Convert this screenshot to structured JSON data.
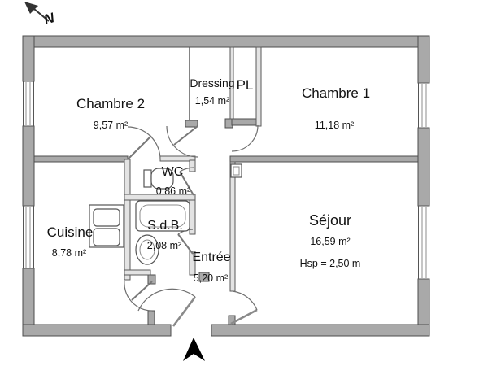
{
  "meta": {
    "north_label": "N"
  },
  "rooms": {
    "chambre2": {
      "name": "Chambre 2",
      "area": "9,57 m²"
    },
    "dressing": {
      "name": "Dressing",
      "area": "1,54 m²"
    },
    "pl": {
      "name": "PL"
    },
    "chambre1": {
      "name": "Chambre 1",
      "area": "11,18 m²"
    },
    "wc": {
      "name": "WC",
      "area": "0,86 m²"
    },
    "sdb": {
      "name": "S.d.B.",
      "area": "2,08 m²"
    },
    "cuisine": {
      "name": "Cuisine",
      "area": "8,78 m²"
    },
    "entree": {
      "name": "Entrée",
      "area": "5,20 m²"
    },
    "sejour": {
      "name": "Séjour",
      "area": "16,59 m²",
      "ceiling_height": "Hsp = 2,50 m"
    }
  },
  "colors": {
    "background": "#ffffff",
    "wall_fill": "#a9a9a9",
    "partition_fill": "#e3e3e3",
    "wall_stroke": "#4d4d4d",
    "entrance_arrow": "#000000"
  }
}
